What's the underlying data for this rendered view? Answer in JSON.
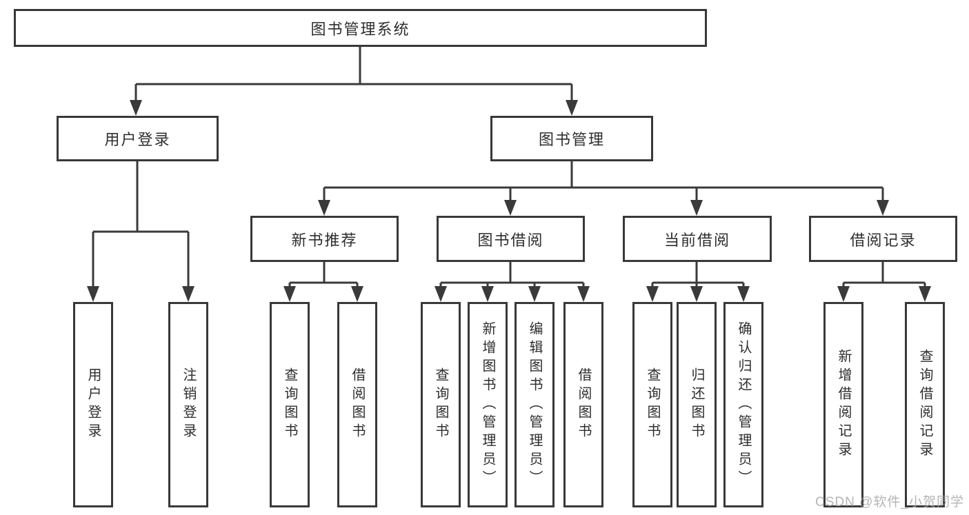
{
  "diagram": {
    "type": "tree",
    "orientation": "top-down"
  },
  "tree": {
    "root": {
      "label": "图书管理系统"
    },
    "children": [
      {
        "label": "用户登录",
        "children": [
          {
            "label": "用户登录"
          },
          {
            "label": "注销登录"
          }
        ]
      },
      {
        "label": "图书管理",
        "children": [
          {
            "label": "新书推荐",
            "children": [
              {
                "label": "查询图书"
              },
              {
                "label": "借阅图书"
              }
            ]
          },
          {
            "label": "图书借阅",
            "children": [
              {
                "label": "查询图书"
              },
              {
                "label": "新增图书（管理员）"
              },
              {
                "label": "编辑图书（管理员）"
              },
              {
                "label": "借阅图书"
              }
            ]
          },
          {
            "label": "当前借阅",
            "children": [
              {
                "label": "查询图书"
              },
              {
                "label": "归还图书"
              },
              {
                "label": "确认归还（管理员）"
              }
            ]
          },
          {
            "label": "借阅记录",
            "children": [
              {
                "label": "新增借阅记录"
              },
              {
                "label": "查询借阅记录"
              }
            ]
          }
        ]
      }
    ]
  },
  "watermark": "CSDN @软件_小贺同学",
  "colors": {
    "background": "#ffffff",
    "line": "#3a3a3a",
    "box_border": "#383838",
    "box_fill": "#ffffff",
    "text": "#2d2d2d",
    "watermark": "#a7a7a7"
  }
}
